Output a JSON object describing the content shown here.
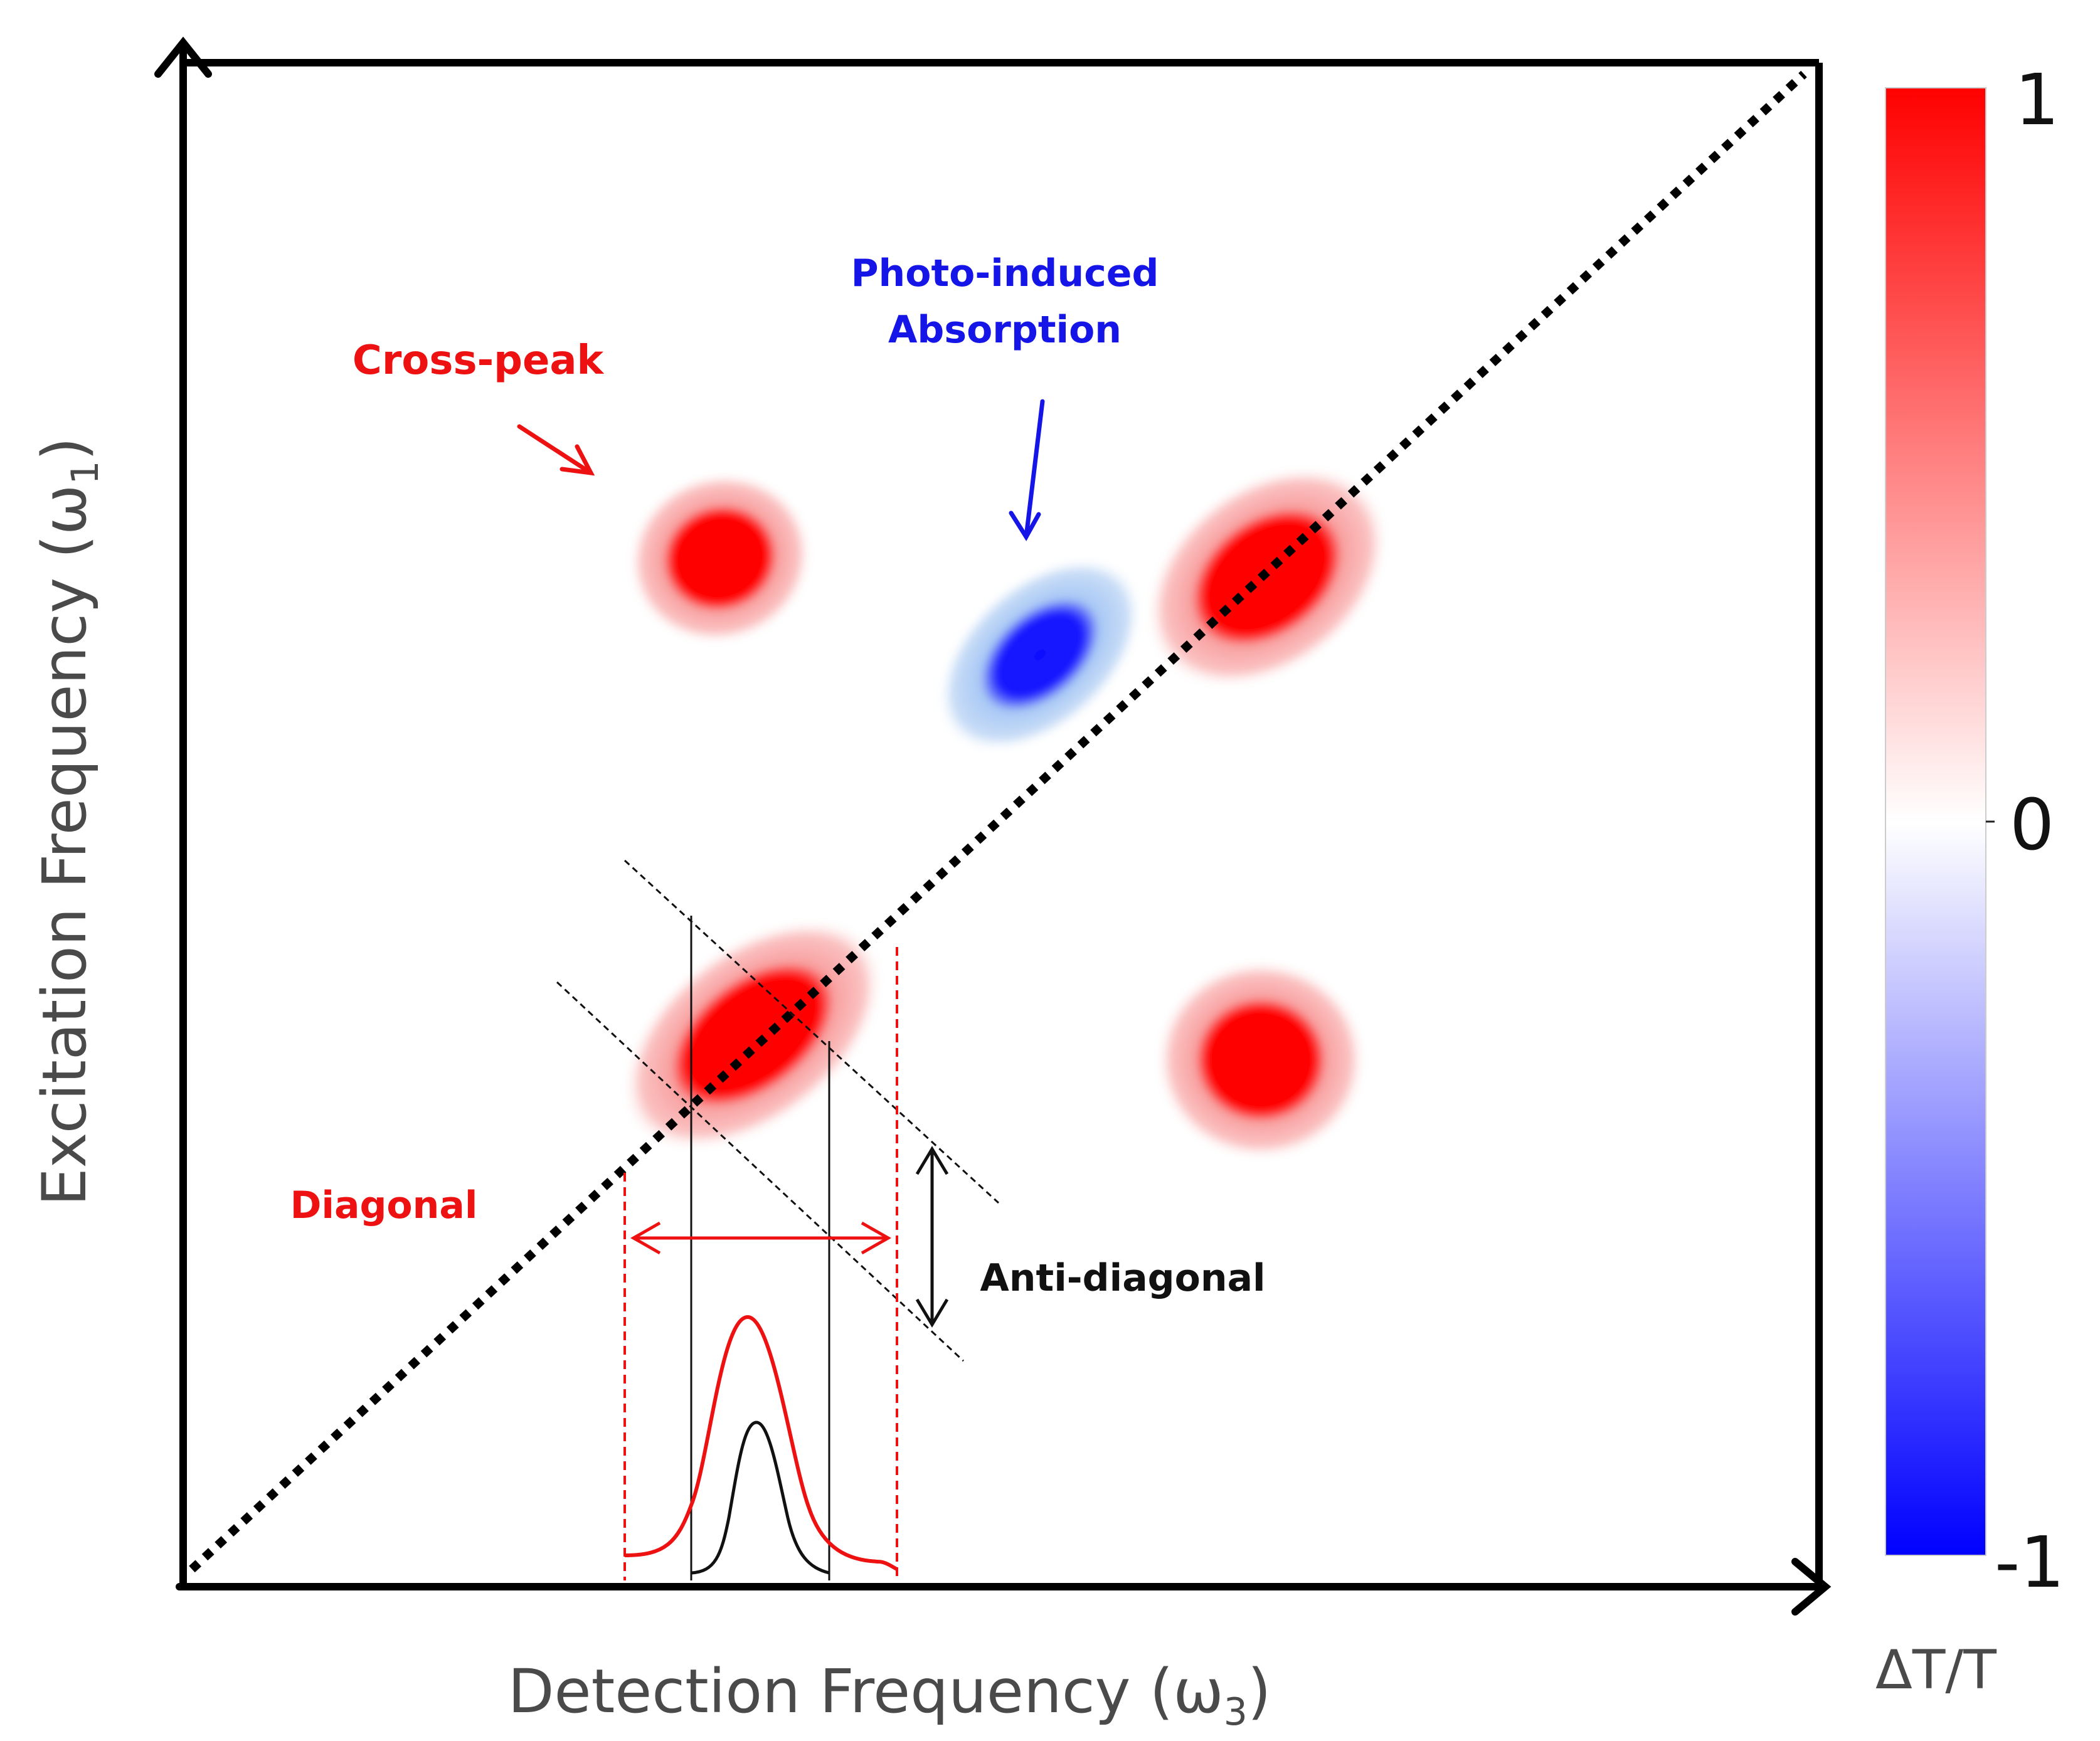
{
  "labels": {
    "x_axis": "Detection Frequency (ω",
    "x_axis_sub": "3",
    "y_axis": "Excitation Frequency (ω",
    "y_axis_sub": "1",
    "close_paren": ")",
    "cross_peak": "Cross-peak",
    "photo_induced_line1": "Photo-induced",
    "photo_induced_line2": "Absorption",
    "diagonal": "Diagonal",
    "anti_diagonal": "Anti-diagonal"
  },
  "colorbar": {
    "title": "ΔT/T",
    "tick_max": "1",
    "tick_mid": "0",
    "tick_min": "-1",
    "colors": {
      "max": "#ff0000",
      "mid": "#ffffff",
      "min": "#0000ff"
    }
  },
  "colors": {
    "signal_positive": "#ff0000",
    "signal_negative": "#1010ff",
    "label_red": "#ee1111",
    "label_blue": "#1515e8",
    "label_black": "#111111"
  },
  "peaks": [
    {
      "name": "cross-peak-upper-left",
      "sign": "positive"
    },
    {
      "name": "photo-induced-absorption-peak",
      "sign": "negative"
    },
    {
      "name": "diagonal-peak-upper",
      "sign": "positive"
    },
    {
      "name": "diagonal-peak-lower",
      "sign": "positive"
    },
    {
      "name": "cross-peak-lower-right",
      "sign": "positive"
    }
  ]
}
